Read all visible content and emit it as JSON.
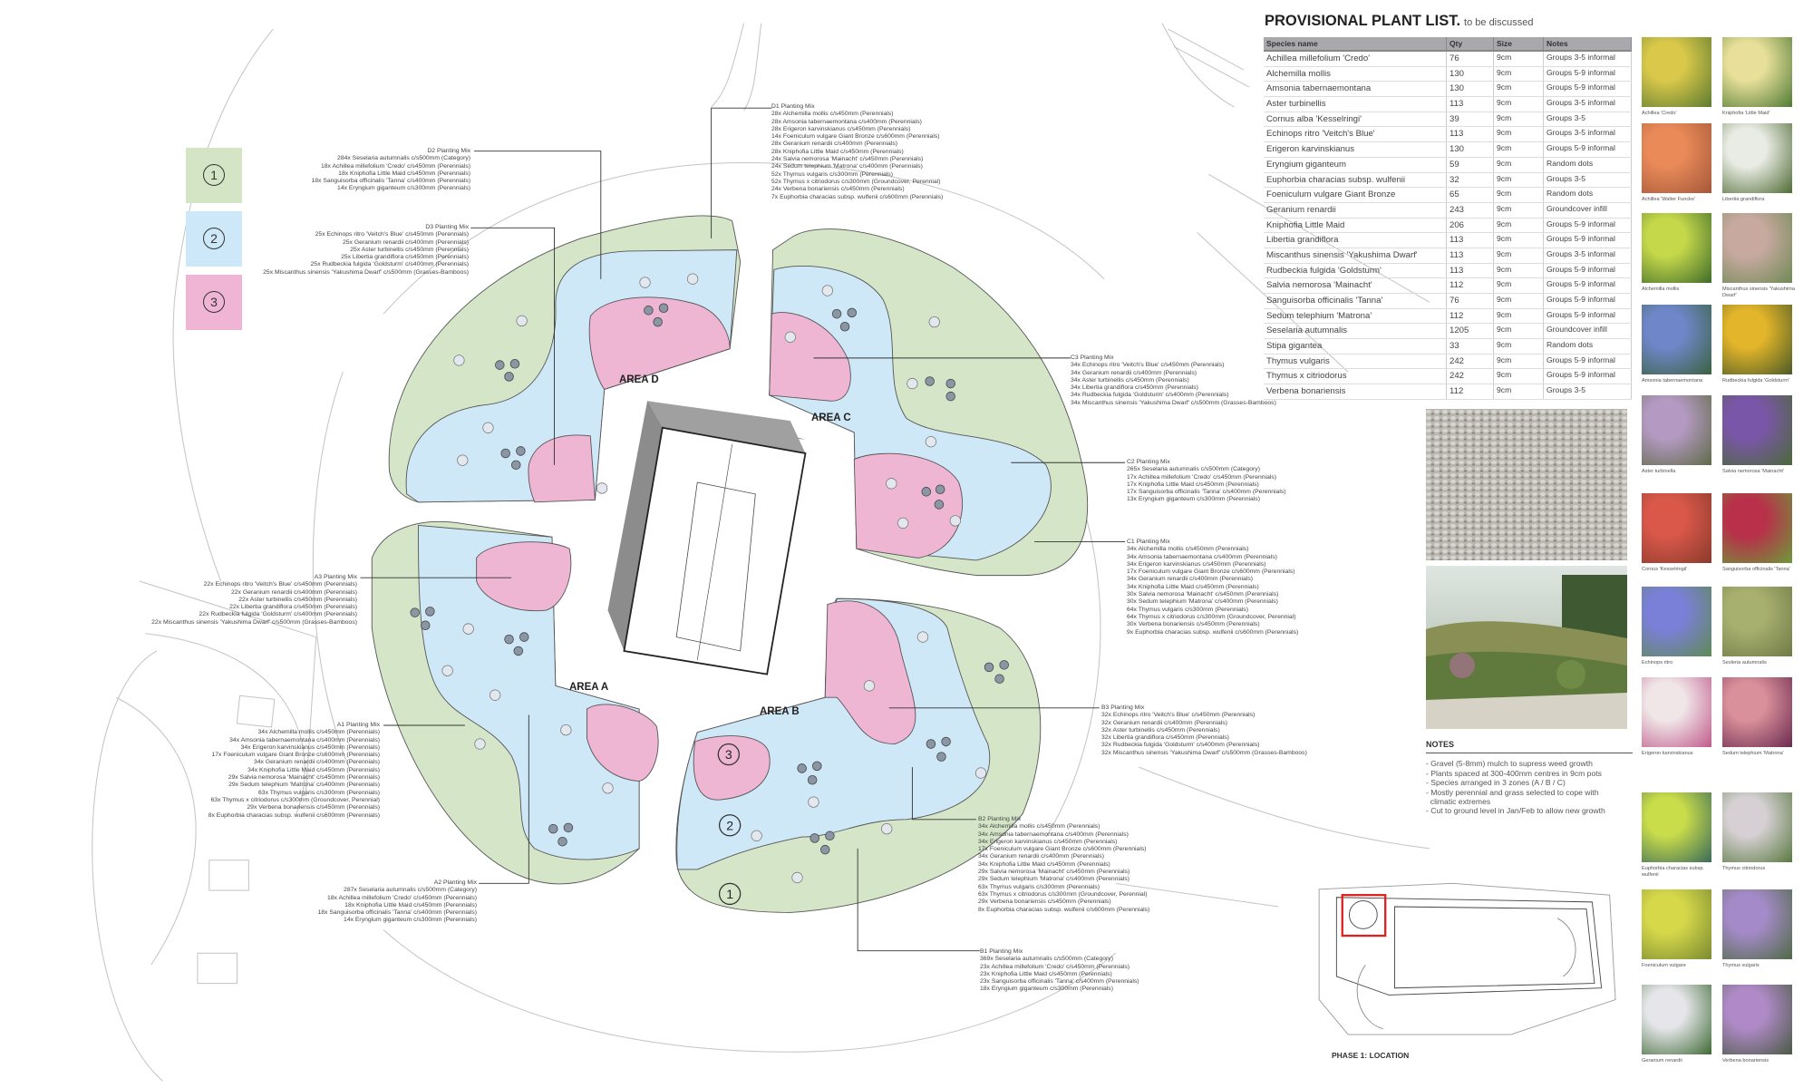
{
  "legend": [
    {
      "num": "1",
      "color": "#d3e5c5"
    },
    {
      "num": "2",
      "color": "#cde9f9"
    },
    {
      "num": "3",
      "color": "#f0b5d5"
    }
  ],
  "areas": {
    "a": "AREA A",
    "b": "AREA B",
    "c": "AREA C",
    "d": "AREA D"
  },
  "bed_numbers": [
    "3",
    "2",
    "1"
  ],
  "colors": {
    "zone1": "#d5e6c8",
    "zone2": "#cfe8f7",
    "zone3": "#efb6d4",
    "outline": "#555555"
  },
  "annotations": {
    "d1": {
      "title": "D1 Planting Mix",
      "lines": [
        "28x Alchemilla mollis c/s450mm (Perennials)",
        "28x Amsonia tabernaemontana c/s400mm (Perennials)",
        "28x Erigeron karvinskianus c/s450mm (Perennials)",
        "14x Foeniculum  vulgare Giant Bronze c/s600mm (Perennials)",
        "28x Geranium renardii c/s400mm (Perennials)",
        "28x Kniphofia Little Maid c/s450mm (Perennials)",
        "24x Salvia nemorosa 'Mainacht' c/s450mm (Perennials)",
        "24x Sedum telephium 'Matrona' c/s400mm (Perennials)",
        "52x Thymus vulgaris c/s300mm (Perennials)",
        "52x Thymus x citriodorus c/s300mm (Groundcover, Perennial)",
        "24x Verbena bonariensis c/s450mm (Perennials)",
        "7x Euphorbia characias subsp. wulfenii c/s600mm (Perennials)"
      ]
    },
    "d2": {
      "title": "D2 Planting Mix",
      "lines": [
        "284x Seselaria autumnalis c/s500mm (Category)",
        "18x Achillea millefolium 'Credo' c/s450mm (Perennials)",
        "18x Kniphofia Little Maid c/s450mm (Perennials)",
        "18x Sanguisorba officinalis 'Tanna' c/s400mm (Perennials)",
        "14x Eryngium giganteum c/s300mm (Perennials)"
      ]
    },
    "d3": {
      "title": "D3 Planting Mix",
      "lines": [
        "25x Echinops ritro 'Veitch's Blue' c/s450mm (Perennials)",
        "25x Geranium renardii c/s400mm (Perennials)",
        "25x Aster turbinellis c/s450mm (Perennials)",
        "25x Libertia grandiflora c/s450mm (Perennials)",
        "25x Rudbeckia fulgida 'Goldsturm' c/s400mm (Perennials)",
        "25x Miscanthus sinensis 'Yakushima Dwarf' c/s500mm (Grasses-Bamboos)"
      ]
    },
    "c3": {
      "title": "C3 Planting Mix",
      "lines": [
        "34x Echinops ritro 'Veitch's Blue' c/s450mm (Perennials)",
        "34x Geranium renardii c/s400mm (Perennials)",
        "34x Aster turbinellis c/s450mm (Perennials)",
        "34x Libertia grandiflora c/s450mm (Perennials)",
        "34x Rudbeckia fulgida 'Goldsturm' c/s400mm (Perennials)",
        "34x Miscanthus sinensis 'Yakushima Dwarf' c/s500mm (Grasses-Bamboos)"
      ]
    },
    "c2": {
      "title": "C2 Planting Mix",
      "lines": [
        "265x Seselaria autumnalis c/s500mm (Category)",
        "17x Achillea millefolium 'Credo' c/s450mm (Perennials)",
        "17x Kniphofia Little Maid c/s450mm (Perennials)",
        "17x Sanguisorba officinalis 'Tanna' c/s400mm (Perennials)",
        "13x Eryngium giganteum c/s300mm (Perennials)"
      ]
    },
    "c1": {
      "title": "C1 Planting Mix",
      "lines": [
        "34x Alchemilla mollis c/s450mm (Perennials)",
        "34x Amsonia tabernaemontana c/s400mm (Perennials)",
        "34x Erigeron karvinskianus c/s450mm (Perennials)",
        "17x Foeniculum  vulgare Giant Bronze c/s600mm (Perennials)",
        "34x Geranium renardii c/s400mm (Perennials)",
        "34x Kniphofia Little Maid c/s450mm (Perennials)",
        "30x Salvia nemorosa 'Mainacht' c/s450mm (Perennials)",
        "30x Sedum telephium 'Matrona' c/s400mm (Perennials)",
        "64x Thymus vulgaris c/s300mm (Perennials)",
        "64x Thymus x citriodorus c/s300mm (Groundcover, Perennial)",
        "30x Verbena bonariensis c/s450mm (Perennials)",
        "9x Euphorbia characias subsp. wulfenii c/s600mm (Perennials)"
      ]
    },
    "a3": {
      "title": "A3 Planting Mix",
      "lines": [
        "22x Echinops ritro 'Veitch's Blue' c/s450mm (Perennials)",
        "22x Geranium renardii c/s400mm (Perennials)",
        "22x Aster turbinellis c/s450mm (Perennials)",
        "22x Libertia grandiflora c/s450mm (Perennials)",
        "22x Rudbeckia fulgida 'Goldsturm' c/s400mm (Perennials)",
        "22x Miscanthus sinensis 'Yakushima Dwarf' c/s500mm (Grasses-Bamboos)"
      ]
    },
    "a1": {
      "title": "A1 Planting Mix",
      "lines": [
        "34x Alchemilla mollis c/s450mm (Perennials)",
        "34x Amsonia tabernaemontana c/s400mm (Perennials)",
        "34x Erigeron karvinskianus c/s450mm (Perennials)",
        "17x Foeniculum  vulgare Giant Bronze c/s600mm (Perennials)",
        "34x Geranium renardii c/s400mm (Perennials)",
        "34x Kniphofia Little Maid c/s450mm (Perennials)",
        "29x Salvia nemorosa 'Mainacht' c/s450mm (Perennials)",
        "29x Sedum telephium 'Matrona' c/s400mm (Perennials)",
        "63x Thymus vulgaris c/s300mm (Perennials)",
        "63x Thymus x citriodorus c/s300mm (Groundcover, Perennial)",
        "29x Verbena bonariensis c/s450mm (Perennials)",
        "8x Euphorbia characias subsp. wulfenii c/s600mm (Perennials)"
      ]
    },
    "a2": {
      "title": "A2 Planting Mix",
      "lines": [
        "287x Seselaria autumnalis c/s500mm (Category)",
        "18x Achillea millefolium 'Credo' c/s450mm (Perennials)",
        "18x Kniphofia Little Maid c/s450mm (Perennials)",
        "18x Sanguisorba officinalis 'Tanna' c/s400mm (Perennials)",
        "14x Eryngium giganteum c/s300mm (Perennials)"
      ]
    },
    "b3": {
      "title": "B3 Planting Mix",
      "lines": [
        "32x Echinops ritro 'Veitch's Blue' c/s450mm (Perennials)",
        "32x Geranium renardii c/s400mm (Perennials)",
        "32x Aster turbinellis c/s450mm (Perennials)",
        "32x Libertia grandiflora c/s450mm (Perennials)",
        "32x Rudbeckia fulgida 'Goldsturm' c/s400mm (Perennials)",
        "32x Miscanthus sinensis 'Yakushima Dwarf' c/s500mm (Grasses-Bamboos)"
      ]
    },
    "b2": {
      "title": "B2 Planting Mix",
      "lines": [
        "34x Alchemilla mollis c/s450mm (Perennials)",
        "34x Amsonia tabernaemontana c/s400mm (Perennials)",
        "34x Erigeron karvinskianus c/s450mm (Perennials)",
        "17x Foeniculum  vulgare Giant Bronze c/s600mm (Perennials)",
        "34x Geranium renardii c/s400mm (Perennials)",
        "34x Kniphofia Little Maid c/s450mm (Perennials)",
        "29x Salvia nemorosa 'Mainacht' c/s450mm (Perennials)",
        "29x Sedum telephium 'Matrona' c/s400mm (Perennials)",
        "63x Thymus vulgaris c/s300mm (Perennials)",
        "63x Thymus x citriodorus c/s300mm (Groundcover, Perennial)",
        "29x Verbena bonariensis c/s450mm (Perennials)",
        "8x Euphorbia characias subsp. wulfenii c/s600mm (Perennials)"
      ]
    },
    "b1": {
      "title": "B1 Planting Mix",
      "lines": [
        "369x Seselaria autumnalis c/s500mm (Category)",
        "23x Achillea millefolium 'Credo' c/s450mm (Perennials)",
        "23x Kniphofia Little Maid c/s450mm (Perennials)",
        "23x Sanguisorba officinalis 'Tanna' c/s400mm (Perennials)",
        "18x Eryngium giganteum c/s300mm (Perennials)"
      ]
    }
  },
  "plant_list": {
    "title": "PROVISIONAL PLANT LIST.",
    "subtitle": "to be discussed",
    "headers": [
      "Species name",
      "Qty",
      "Size",
      "Notes"
    ],
    "rows": [
      [
        "Achillea millefolium 'Credo'",
        "76",
        "9cm",
        "Groups 3-5 informal"
      ],
      [
        "Alchemilla mollis",
        "130",
        "9cm",
        "Groups 5-9 informal"
      ],
      [
        "Amsonia tabernaemontana",
        "130",
        "9cm",
        "Groups 5-9 informal"
      ],
      [
        "Aster turbinellis",
        "113",
        "9cm",
        "Groups 3-5 informal"
      ],
      [
        "Cornus alba 'Kesselringi'",
        "39",
        "9cm",
        "Groups 3-5"
      ],
      [
        "Echinops ritro 'Veitch's Blue'",
        "113",
        "9cm",
        "Groups 3-5 informal"
      ],
      [
        "Erigeron karvinskianus",
        "130",
        "9cm",
        "Groups 5-9 informal"
      ],
      [
        "Eryngium giganteum",
        "59",
        "9cm",
        "Random dots"
      ],
      [
        "Euphorbia characias subsp. wulfenii",
        "32",
        "9cm",
        "Groups 3-5"
      ],
      [
        "Foeniculum  vulgare Giant Bronze",
        "65",
        "9cm",
        "Random dots"
      ],
      [
        "Geranium renardii",
        "243",
        "9cm",
        "Groundcover infill"
      ],
      [
        "Kniphofia Little Maid",
        "206",
        "9cm",
        "Groups 5-9 informal"
      ],
      [
        "Libertia grandiflora",
        "113",
        "9cm",
        "Groups 5-9 informal"
      ],
      [
        "Miscanthus sinensis 'Yakushima Dwarf'",
        "113",
        "9cm",
        "Groups 3-5 informal"
      ],
      [
        "Rudbeckia fulgida 'Goldsturm'",
        "113",
        "9cm",
        "Groups 5-9 informal"
      ],
      [
        "Salvia nemorosa 'Mainacht'",
        "112",
        "9cm",
        "Groups 5-9 informal"
      ],
      [
        "Sanguisorba officinalis 'Tanna'",
        "76",
        "9cm",
        "Groups 5-9 informal"
      ],
      [
        "Sedum telephium 'Matrona'",
        "112",
        "9cm",
        "Groups 5-9 informal"
      ],
      [
        "Seselaria autumnalis",
        "1205",
        "9cm",
        "Groundcover infill"
      ],
      [
        "Stipa gigantea",
        "33",
        "9cm",
        "Random dots"
      ],
      [
        "Thymus vulgaris",
        "242",
        "9cm",
        "Groups 5-9 informal"
      ],
      [
        "Thymus x citriodorus",
        "242",
        "9cm",
        "Groups 5-9 informal"
      ],
      [
        "Verbena bonariensis",
        "112",
        "9cm",
        "Groups 3-5"
      ]
    ]
  },
  "photos": [
    {
      "caption": "Achillea 'Credo'",
      "colors": [
        "#d9c84a",
        "#5d7a30"
      ]
    },
    {
      "caption": "Kniphofia 'Little Maid'",
      "colors": [
        "#e8e09a",
        "#4f7a35"
      ]
    },
    {
      "caption": "Achillea 'Walter Funcke'",
      "colors": [
        "#e98a58",
        "#a4573a"
      ]
    },
    {
      "caption": "Libertia grandiflora",
      "colors": [
        "#e9ece4",
        "#4f6b35"
      ]
    },
    {
      "caption": "Alchemilla mollis",
      "colors": [
        "#c5d84a",
        "#3f6b2a"
      ]
    },
    {
      "caption": "Miscanthus sinensis 'Yakushima Dwarf'",
      "colors": [
        "#c8a9a0",
        "#6f8a55"
      ]
    },
    {
      "caption": "Amsonia tabernaemontana",
      "colors": [
        "#6f86c8",
        "#3b6240"
      ]
    },
    {
      "caption": "Rudbeckia fulgida 'Goldsturm'",
      "colors": [
        "#e3b52a",
        "#4a5a25"
      ]
    },
    {
      "caption": "Aster turbinella",
      "colors": [
        "#b49ac2",
        "#5f6a48"
      ]
    },
    {
      "caption": "Salvia nemorosa 'Mainacht'",
      "colors": [
        "#7a56a8",
        "#4b6a38"
      ]
    },
    {
      "caption": "Cornus 'Kesselringii'",
      "colors": [
        "#d9584a",
        "#8a3a2c"
      ]
    },
    {
      "caption": "Sanguisorba officinalis 'Tanna'",
      "colors": [
        "#b8304a",
        "#6d9a3a"
      ]
    },
    {
      "caption": "Echinops ritro",
      "colors": [
        "#7a80d8",
        "#5f8a55"
      ]
    },
    {
      "caption": "Sesleria autumnalis",
      "colors": [
        "#a8b070",
        "#6f7a45"
      ]
    },
    {
      "caption": "Erigeron karvinskianus",
      "colors": [
        "#f0e6e8",
        "#c05a8a"
      ]
    },
    {
      "caption": "Sedum telephium 'Matrona'",
      "colors": [
        "#d9909a",
        "#6a2a50"
      ]
    },
    {
      "caption": "Euphorbia characias subsp. wulfenii",
      "colors": [
        "#c9dc4a",
        "#3a6a5a"
      ]
    },
    {
      "caption": "Thymus citriodorus",
      "colors": [
        "#d6d0d4",
        "#5a7a40"
      ]
    },
    {
      "caption": "Foeniculum vulgare",
      "colors": [
        "#d6d84a",
        "#7a8a30"
      ]
    },
    {
      "caption": "Thymus vulgaris",
      "colors": [
        "#a48ac8",
        "#4f6a45"
      ]
    },
    {
      "caption": "Geranium renardii",
      "colors": [
        "#e6e6ea",
        "#3f6a35"
      ]
    },
    {
      "caption": "Verbena bonariensis",
      "colors": [
        "#b08ac8",
        "#4a5a45"
      ]
    }
  ],
  "notes": {
    "heading": "NOTES",
    "lines": [
      "- Gravel (5-8mm) mulch to supress weed growth",
      "- Plants spaced at 300-400mm centres in 9cm pots",
      "- Species arranged in 3 zones (A / B / C)",
      "- Mostly perennial and grass selected to cope with",
      "  climatic extremes",
      "- Cut to ground level in Jan/Feb to allow new growth"
    ]
  },
  "location": {
    "caption": "PHASE 1: LOCATION",
    "highlight_color": "#e02020"
  }
}
